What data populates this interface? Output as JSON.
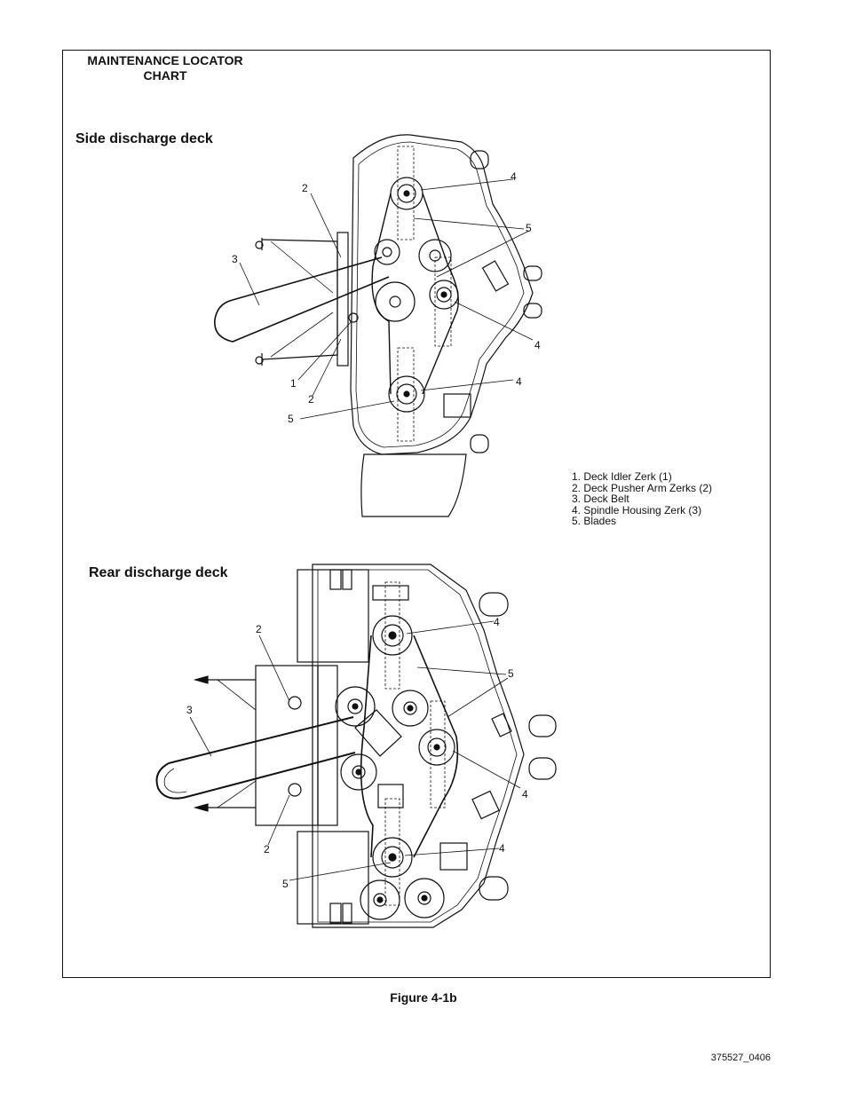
{
  "chart_title": "MAINTENANCE LOCATOR CHART",
  "side_deck": {
    "title": "Side discharge deck",
    "callouts": [
      "2",
      "3",
      "4",
      "5",
      "4",
      "1",
      "2",
      "4",
      "5"
    ]
  },
  "rear_deck": {
    "title": "Rear discharge deck",
    "callouts": [
      "2",
      "4",
      "5",
      "3",
      "4",
      "2",
      "4",
      "5"
    ]
  },
  "legend": [
    "1. Deck Idler Zerk (1)",
    "2. Deck Pusher Arm Zerks (2)",
    "3. Deck Belt",
    "4. Spindle Housing Zerk (3)",
    "5. Blades"
  ],
  "figure_caption": "Figure 4-1b",
  "doc_number": "375527_0406"
}
